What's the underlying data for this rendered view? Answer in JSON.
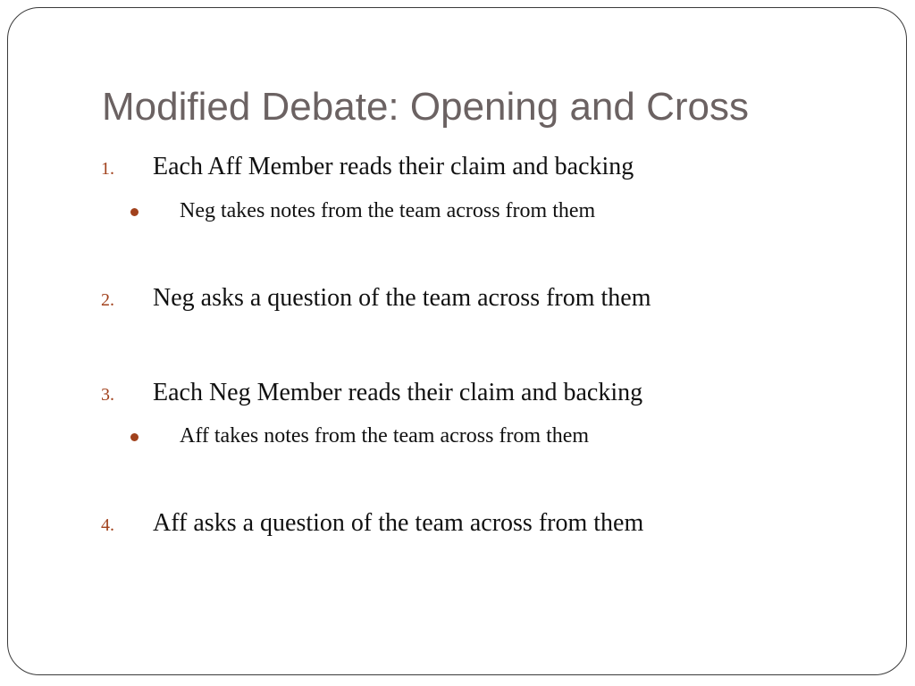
{
  "slide": {
    "title": "Modified Debate: Opening and Cross",
    "items": [
      {
        "number": "1.",
        "text": "Each Aff Member reads their claim and backing",
        "sub": "Neg takes notes from the team across from them"
      },
      {
        "number": "2.",
        "text": "Neg asks a question of the team across from them"
      },
      {
        "number": "3.",
        "text": "Each Neg Member reads their claim and backing",
        "sub": "Aff takes notes from the team across from them"
      },
      {
        "number": "4.",
        "text": "Aff asks a question of the team across from them"
      }
    ],
    "colors": {
      "title": "#6b6262",
      "accent": "#a1411c",
      "body_text": "#111111",
      "border": "#3a3a3a"
    }
  }
}
